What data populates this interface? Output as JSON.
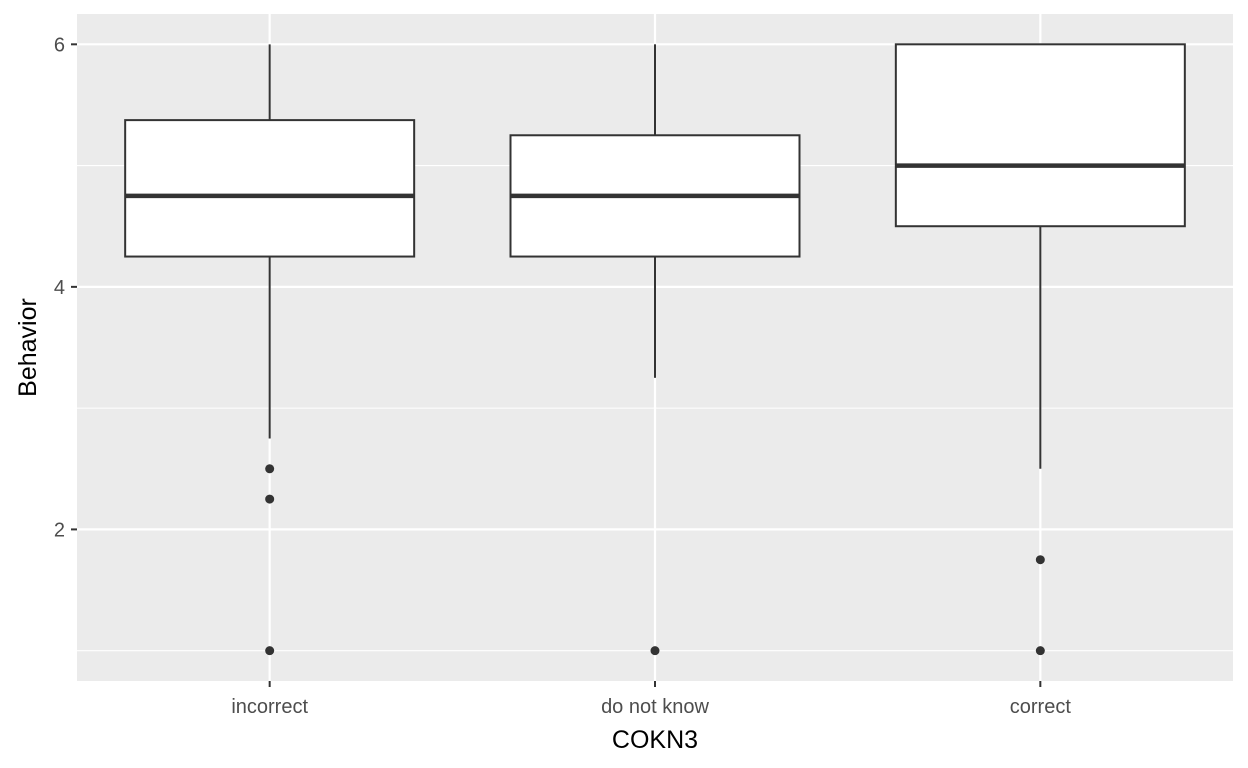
{
  "chart_data": {
    "type": "boxplot",
    "title": "",
    "xlabel": "COKN3",
    "ylabel": "Behavior",
    "categories": [
      "incorrect",
      "do not know",
      "correct"
    ],
    "ylim": [
      0.75,
      6.25
    ],
    "yticks": [
      2,
      4,
      6
    ],
    "yticks_labels": [
      "2",
      "4",
      "6"
    ],
    "grid": true,
    "legend": "none",
    "boxes": [
      {
        "category": "incorrect",
        "whisker_low": 2.75,
        "q1": 4.25,
        "median": 4.75,
        "q3": 5.375,
        "whisker_high": 6.0,
        "outliers": [
          2.5,
          2.25,
          1.0
        ]
      },
      {
        "category": "do not know",
        "whisker_low": 3.25,
        "q1": 4.25,
        "median": 4.75,
        "q3": 5.25,
        "whisker_high": 6.0,
        "outliers": [
          1.0
        ]
      },
      {
        "category": "correct",
        "whisker_low": 2.5,
        "q1": 4.5,
        "median": 5.0,
        "q3": 6.0,
        "whisker_high": 6.0,
        "outliers": [
          1.75,
          1.0
        ]
      }
    ]
  },
  "colors": {
    "panel_background": "#ebebeb",
    "major_grid": "#ffffff",
    "minor_grid": "#f7f7f7",
    "box_fill": "#ffffff",
    "box_line": "#333333",
    "outlier": "#333333",
    "tick_text": "#4d4d4d",
    "title_text": "#000000"
  }
}
